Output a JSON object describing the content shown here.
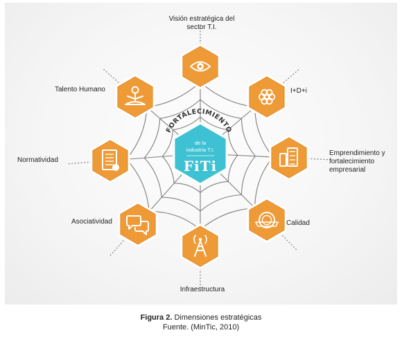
{
  "center": {
    "arc_text": "FORTALECIMIENTO",
    "line1": "de la",
    "line2": "industria T.I.",
    "logo": "FiTi"
  },
  "nodes": [
    {
      "key": "vision",
      "label": "Visión estratégica del\nsector T.I.",
      "icon": "eye-icon"
    },
    {
      "key": "idi",
      "label": "I+D+i",
      "icon": "flower-icon"
    },
    {
      "key": "emprendimiento",
      "label": "Emprendimiento y\nfortalecimiento\nempresarial",
      "icon": "buildings-icon"
    },
    {
      "key": "calidad",
      "label": "Calidad",
      "icon": "quality-seal-icon"
    },
    {
      "key": "infraestructura",
      "label": "Infraestructura",
      "icon": "antenna-tower-icon"
    },
    {
      "key": "asociatividad",
      "label": "Asociatividad",
      "icon": "chat-bubbles-icon"
    },
    {
      "key": "normatividad",
      "label": "Normatividad",
      "icon": "document-seal-icon"
    },
    {
      "key": "talento",
      "label": "Talento Humano",
      "icon": "meditating-person-icon"
    }
  ],
  "caption": {
    "figure_label": "Figura 2.",
    "title": " Dimensiones estratégicas",
    "source": "Fuente. (MinTic, 2010)"
  },
  "colors": {
    "hex_fill": "#ee9a37",
    "hex_stroke": "#e58a22",
    "center_fill": "#3ec2d3",
    "web_lines": "#7e7e7e",
    "icon_white": "#ffffff"
  }
}
